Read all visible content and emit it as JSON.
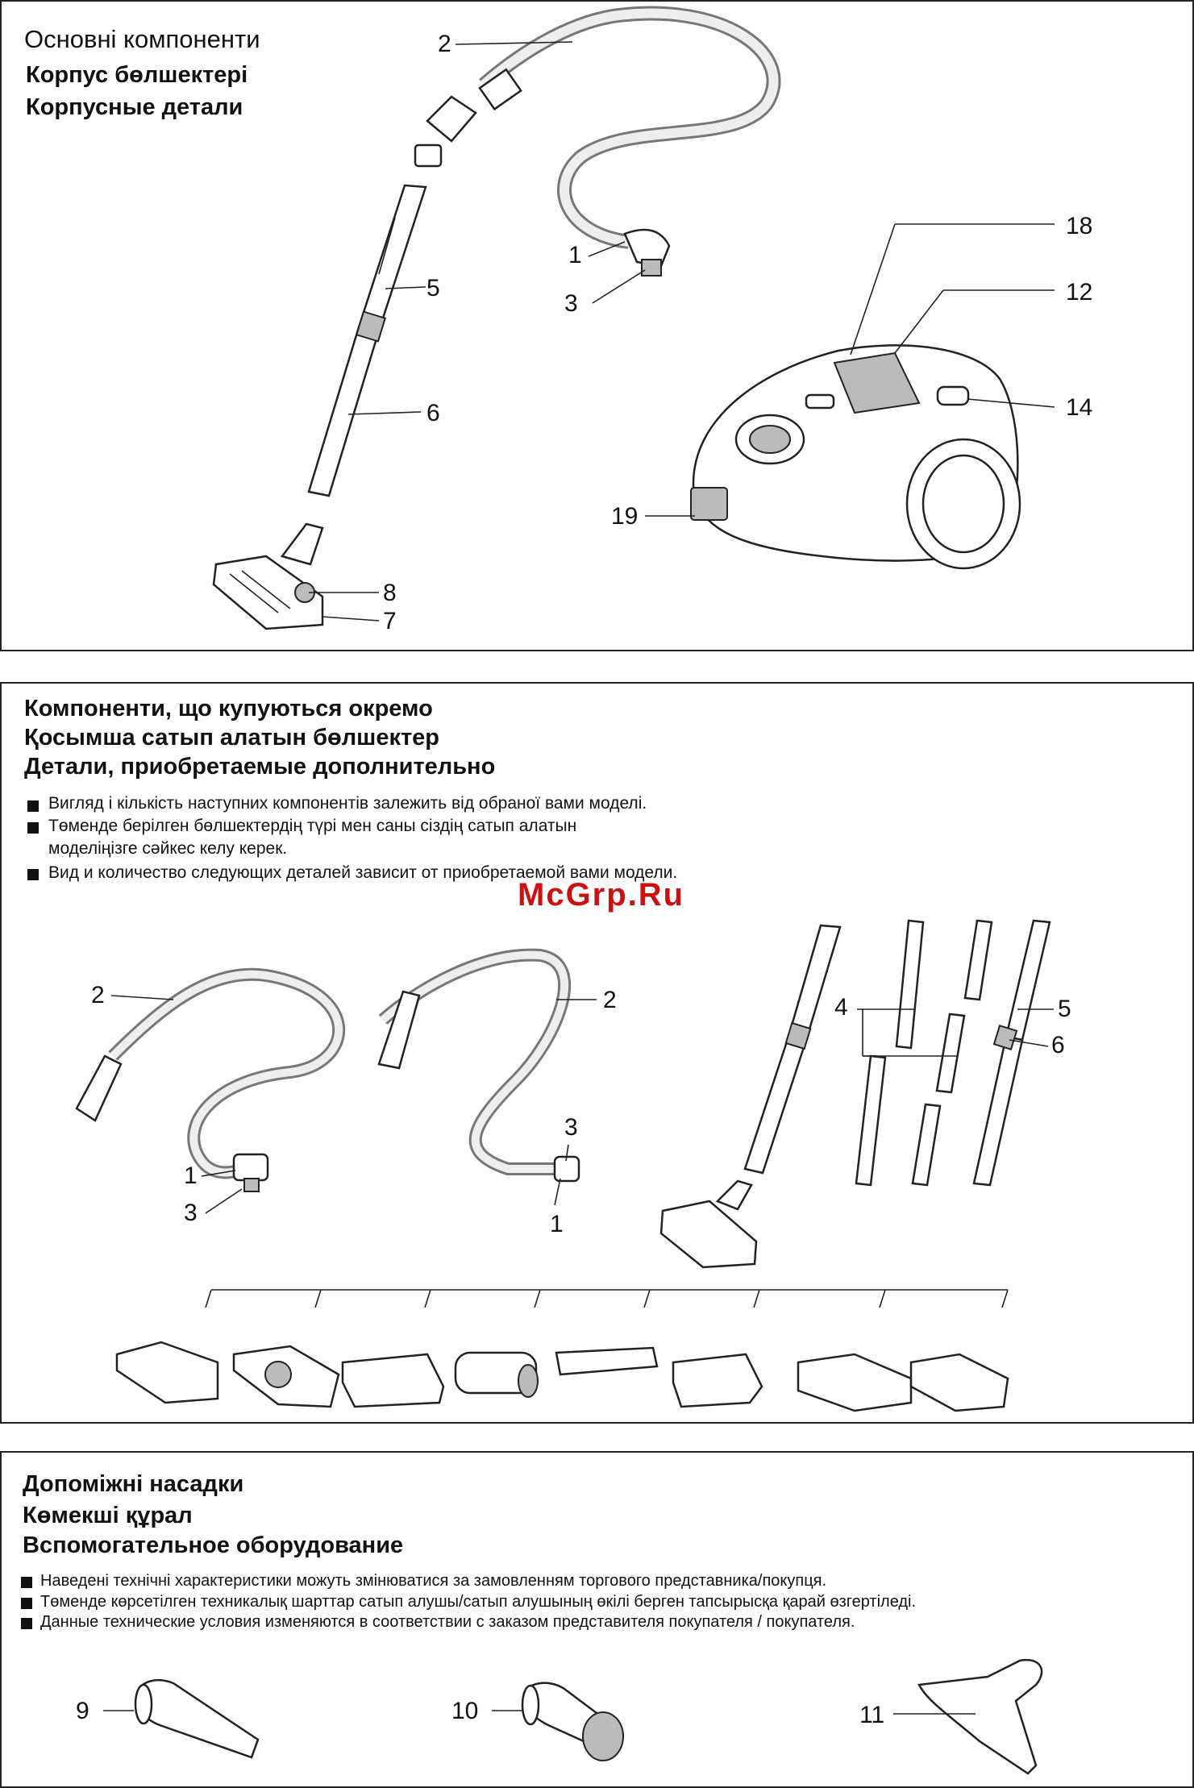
{
  "sections": {
    "main": {
      "titles": [
        "Основні компоненти",
        "Корпус бөлшектері",
        "Корпусные детали"
      ],
      "labels": {
        "l2": "2",
        "l1": "1",
        "l3": "3",
        "l5": "5",
        "l6": "6",
        "l8": "8",
        "l7": "7",
        "l18": "18",
        "l12": "12",
        "l14": "14",
        "l19": "19"
      }
    },
    "optional": {
      "titles": [
        "Компоненти, що купуються окремо",
        "Қосымша сатып алатын бөлшектер",
        "Детали, приобретаемые дополнительно"
      ],
      "notes": [
        "Вигляд і кількість наступних компонентів залежить від обраної вами моделі.",
        "Төменде берілген бөлшектердің түрі мен саны сіздің сатып алатын",
        "моделіңізге сәйкес келу керек.",
        "Вид и количество следующих деталей зависит от приобретаемой вами модели."
      ],
      "labels": {
        "a2": "2",
        "a1": "1",
        "a3": "3",
        "b2": "2",
        "b3": "3",
        "b1": "1",
        "c4": "4",
        "c5": "5",
        "c6": "6"
      }
    },
    "accessories": {
      "titles": [
        "Допоміжні насадки",
        "Көмекші құрал",
        "Вспомогательное оборудование"
      ],
      "notes": [
        "Наведені технічні характеристики можуть змінюватися за замовленням торгового представника/покупця.",
        "Төменде көрсетілген техникалық шарттар сатып алушы/сатып алушының өкілі берген тапсырысқа қарай өзгертіледі.",
        "Данные технические условия изменяются в соответствии с заказом представителя покупателя / покупателя."
      ],
      "labels": {
        "t9": "9",
        "t10": "10",
        "t11": "11"
      }
    }
  },
  "watermark": "McGrp.Ru"
}
